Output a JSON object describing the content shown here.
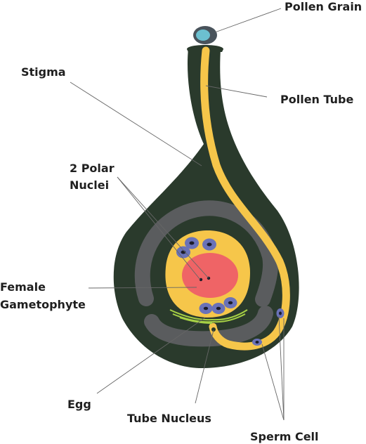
{
  "labels": {
    "pollen_grain": "Pollen Grain",
    "stigma": "Stigma",
    "pollen_tube": "Pollen Tube",
    "polar_nuclei_line1": "2 Polar",
    "polar_nuclei_line2": "Nuclei",
    "female_gametophyte_line1": "Female",
    "female_gametophyte_line2": "Gametophyte",
    "egg": "Egg",
    "tube_nucleus": "Tube Nucleus",
    "sperm_cell": "Sperm Cell"
  },
  "colors": {
    "ovary_body": "#2a3a2c",
    "integument_band": "#5a5c5e",
    "pollen_tube": "#f6c64a",
    "embryo_sac_rim": "#f6c64a",
    "central_cell": "#ef6466",
    "cell_nucleus": "#6a72b8",
    "nucleolus": "#1c1c2a",
    "green_fibres": "#a6d045",
    "pollen_grain_outer": "#49535b",
    "pollen_grain_inner": "#6cc0d0",
    "label_text": "#1f1f1f",
    "leader_line": "#666666"
  }
}
